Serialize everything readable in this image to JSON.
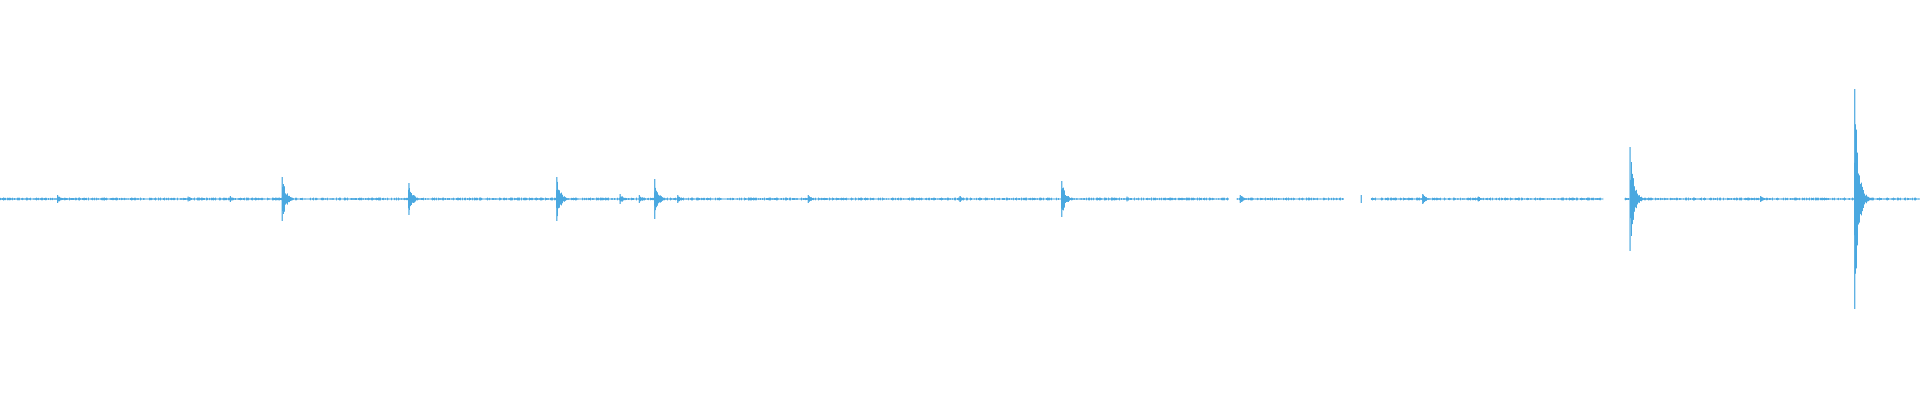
{
  "waveform": {
    "color": "#4aa8e0",
    "background": "#ffffff",
    "duration_ratio": 1.0,
    "baseline_amplitude": 0.006,
    "peaks": [
      {
        "t": 0.03,
        "amp": 0.02
      },
      {
        "t": 0.098,
        "amp": 0.012
      },
      {
        "t": 0.12,
        "amp": 0.015
      },
      {
        "t": 0.147,
        "amp": 0.11
      },
      {
        "t": 0.213,
        "amp": 0.08
      },
      {
        "t": 0.29,
        "amp": 0.11
      },
      {
        "t": 0.323,
        "amp": 0.025
      },
      {
        "t": 0.333,
        "amp": 0.02
      },
      {
        "t": 0.341,
        "amp": 0.1
      },
      {
        "t": 0.353,
        "amp": 0.02
      },
      {
        "t": 0.421,
        "amp": 0.02
      },
      {
        "t": 0.5,
        "amp": 0.015
      },
      {
        "t": 0.553,
        "amp": 0.09
      },
      {
        "t": 0.587,
        "amp": 0.012
      },
      {
        "t": 0.646,
        "amp": 0.02
      },
      {
        "t": 0.709,
        "amp": 0.02
      },
      {
        "t": 0.741,
        "amp": 0.025
      },
      {
        "t": 0.77,
        "amp": 0.012
      },
      {
        "t": 0.849,
        "amp": 0.26
      },
      {
        "t": 0.917,
        "amp": 0.015
      },
      {
        "t": 0.966,
        "amp": 0.55
      }
    ],
    "gaps": [
      {
        "t0": 0.64,
        "t1": 0.644
      },
      {
        "t0": 0.7,
        "t1": 0.714
      },
      {
        "t0": 0.835,
        "t1": 0.846
      }
    ]
  }
}
